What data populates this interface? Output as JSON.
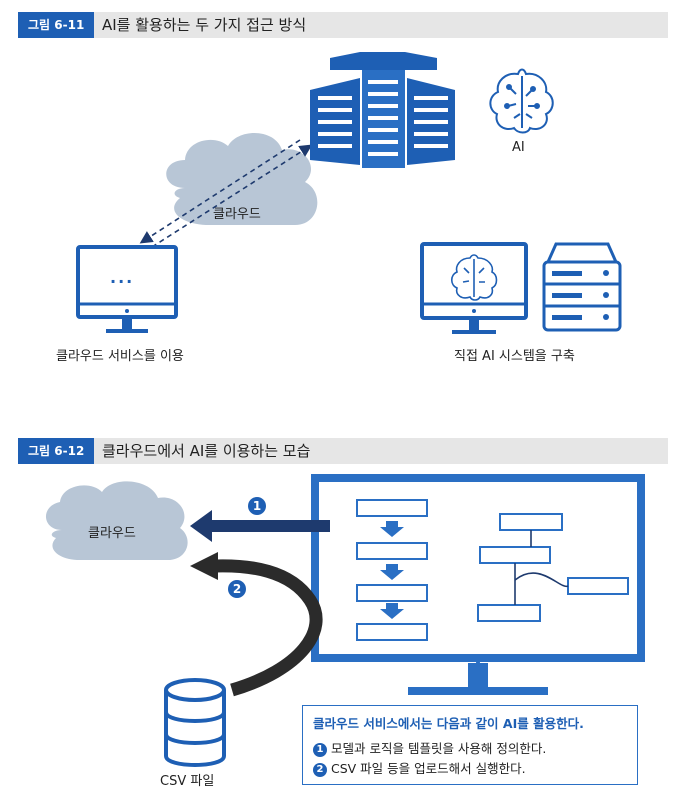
{
  "fig1": {
    "badge": "그림 6-11",
    "title": "AI를 활용하는 두 가지 접근 방식",
    "cloud_label": "클라우드",
    "ai_label": "AI",
    "left_caption": "클라우드 서비스를 이용",
    "right_caption": "직접 AI 시스템을 구축",
    "monitor_text": "···"
  },
  "fig2": {
    "badge": "그림 6-12",
    "title": "클라우드에서 AI를 이용하는 모습",
    "cloud_label": "클라우드",
    "step1": "1",
    "step2": "2",
    "csv_label": "CSV 파일",
    "note": {
      "title": "클라우드 서비스에서는 다음과 같이 AI를 활용한다.",
      "item1_num": "1",
      "item1": "모델과 로직을 템플릿을 사용해 정의한다.",
      "item2_num": "2",
      "item2": "CSV 파일 등을 업로드해서 실행한다."
    }
  },
  "colors": {
    "accent": "#1e5fb4",
    "cloud": "#b8c6d6",
    "dark_arrow": "#2b2b2b"
  }
}
